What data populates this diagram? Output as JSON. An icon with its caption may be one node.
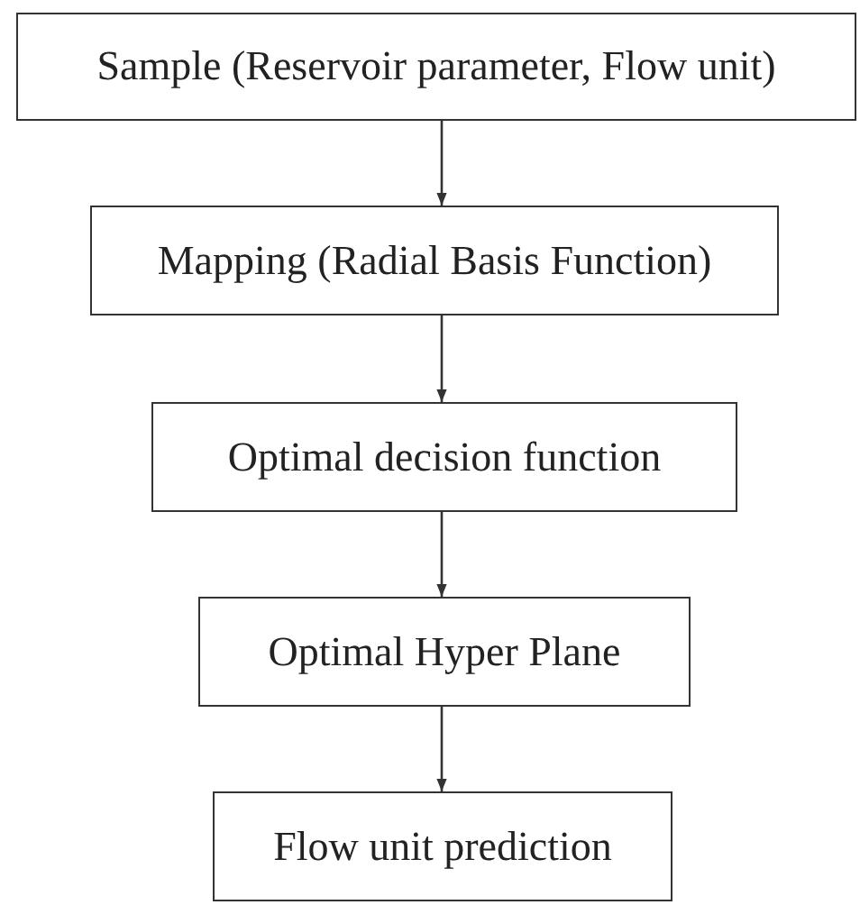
{
  "diagram": {
    "nodes": [
      {
        "text": [
          "Sample (Reservoir parameter, Flow unit)"
        ]
      },
      {
        "text": [
          "Mapping (Radial Basis Function)"
        ]
      },
      {
        "text": [
          "Optimal decision function"
        ]
      },
      {
        "text": [
          "Optimal Hyper Plane"
        ]
      },
      {
        "text": [
          "Flow unit prediction"
        ]
      }
    ],
    "edges": [
      {
        "from": 0,
        "to": 1,
        "arrow": "to"
      },
      {
        "from": 1,
        "to": 2,
        "arrow": "to"
      },
      {
        "from": 2,
        "to": 3,
        "arrow": "to"
      },
      {
        "from": 3,
        "to": 4,
        "arrow": "to"
      }
    ]
  }
}
